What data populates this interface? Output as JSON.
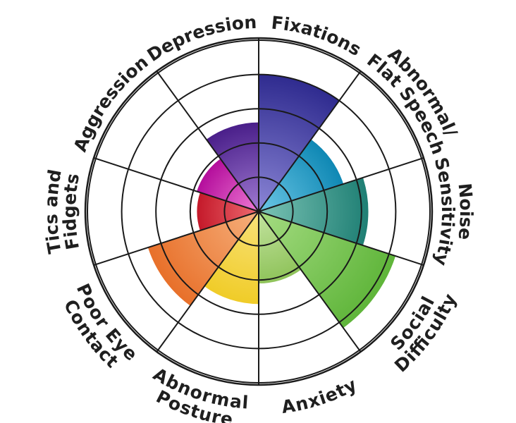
{
  "chart_data": {
    "type": "radial-bar",
    "title": "",
    "scale_max": 5,
    "rings": 5,
    "categories": [
      {
        "name": "Fixations",
        "lines": [
          "Fixations"
        ],
        "value": 4,
        "color": "#2f2b8f",
        "color_light": "#8b86d6"
      },
      {
        "name": "Abnormal/ Flat Speech",
        "lines": [
          "Abnormal/",
          "Flat Speech"
        ],
        "value": 2.6,
        "color": "#0f88b4",
        "color_light": "#6cc7e6"
      },
      {
        "name": "Noise Sensitivity",
        "lines": [
          "Noise",
          "Sensitivity"
        ],
        "value": 3.2,
        "color": "#1f7f74",
        "color_light": "#7cc4b6"
      },
      {
        "name": "Social Difficulty",
        "lines": [
          "Social",
          "Difficulty"
        ],
        "value": 4.2,
        "color": "#5fb53a",
        "color_light": "#a5dc82"
      },
      {
        "name": "Anxiety",
        "lines": [
          "Anxiety"
        ],
        "value": 2.1,
        "color": "#8fc35a",
        "color_light": "#c3e3a0"
      },
      {
        "name": "Abnormal Posture",
        "lines": [
          "Abnormal",
          "Posture"
        ],
        "value": 2.7,
        "color": "#f0cc28",
        "color_light": "#f8e27a"
      },
      {
        "name": "Poor Eye Contact",
        "lines": [
          "Poor Eye",
          "Contact"
        ],
        "value": 3.4,
        "color": "#e8702a",
        "color_light": "#f6b07c"
      },
      {
        "name": "Tics and Fidgets",
        "lines": [
          "Tics and",
          "Fidgets"
        ],
        "value": 1.8,
        "color": "#c4192a",
        "color_light": "#ee6a70"
      },
      {
        "name": "Aggression",
        "lines": [
          "Aggression"
        ],
        "value": 1.9,
        "color": "#b40e9c",
        "color_light": "#ee7ad4"
      },
      {
        "name": "Depression",
        "lines": [
          "Depression"
        ],
        "value": 2.6,
        "color": "#4a1f8a",
        "color_light": "#a07ad2"
      }
    ]
  }
}
